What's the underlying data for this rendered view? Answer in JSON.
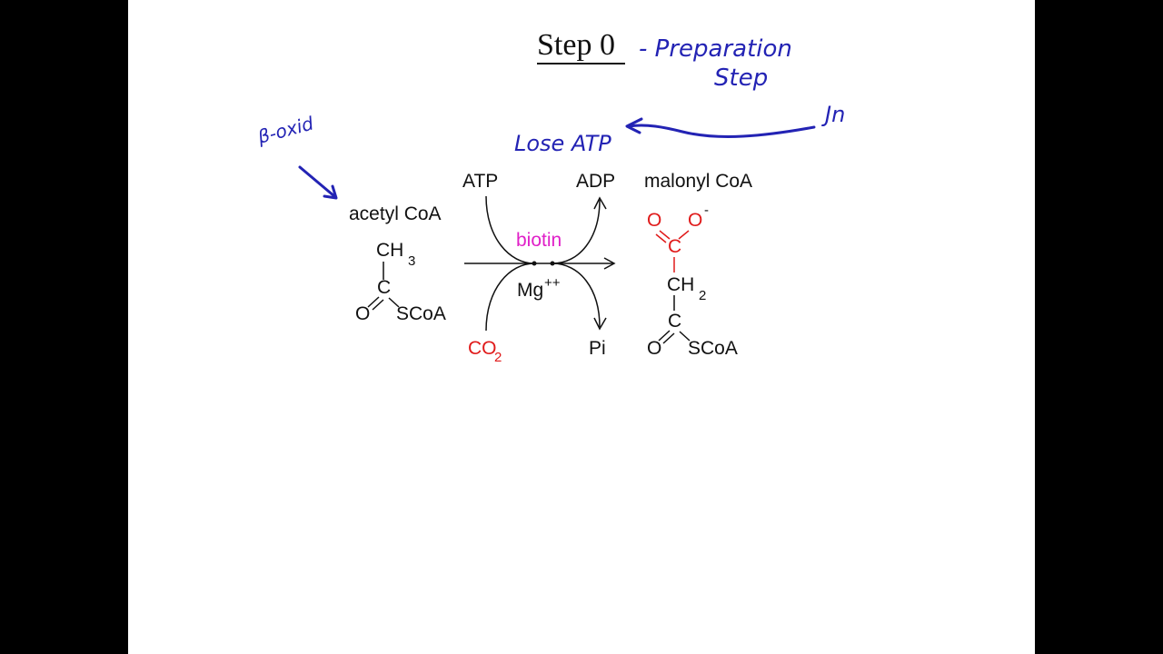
{
  "slide": {
    "title": "Step 0",
    "annotation_preparation": "- Preparation",
    "annotation_step": "Step",
    "annotation_lose_atp": "Lose ATP",
    "annotation_beta_ox": "β-oxid",
    "annotation_right_edge": "Jn"
  },
  "reaction": {
    "reactant_name": "acetyl CoA",
    "reactant_ch": "CH",
    "reactant_ch_sub": "3",
    "reactant_c": "C",
    "reactant_o": "O",
    "reactant_scoa": "SCoA",
    "atp": "ATP",
    "adp": "ADP",
    "cofactor": "biotin",
    "metal": "Mg",
    "metal_sup": "++",
    "co2": "CO",
    "co2_sub": "2",
    "pi": "Pi",
    "product_name": "malonyl CoA",
    "product_o1": "O",
    "product_o2": "O",
    "product_charge": "-",
    "product_c1": "C",
    "product_ch": "CH",
    "product_ch_sub": "2",
    "product_c2": "C",
    "product_o3": "O",
    "product_scoa": "SCoA"
  },
  "colors": {
    "ink": "#2323b4",
    "carboxyl": "#e01a1a",
    "biotin": "#e020c8"
  }
}
